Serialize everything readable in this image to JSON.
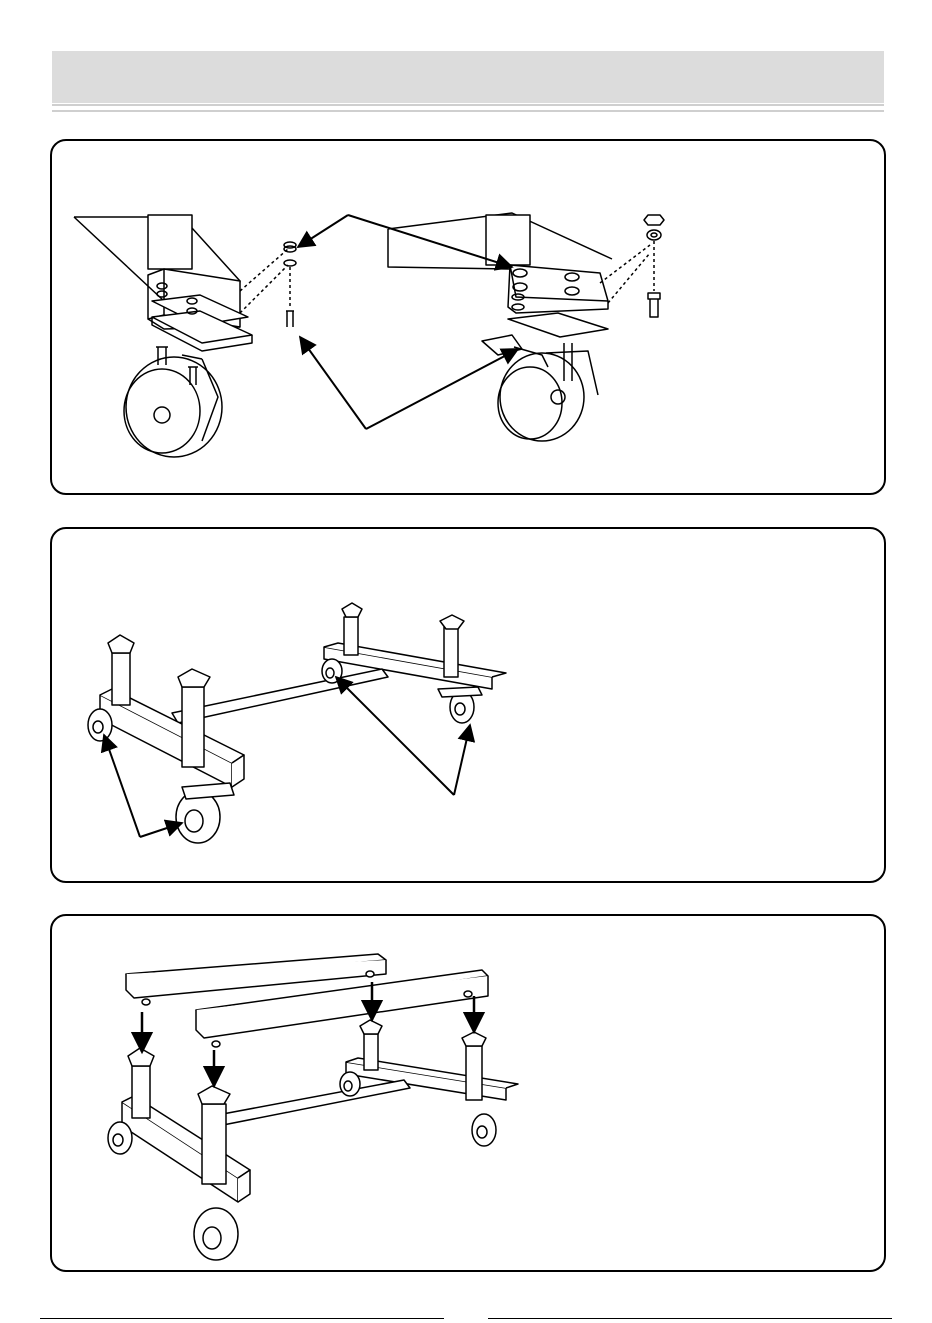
{
  "page": {
    "header": {
      "title": ""
    },
    "steps": [
      {
        "id": "step-1",
        "caption": ""
      },
      {
        "id": "step-2",
        "caption": ""
      },
      {
        "id": "step-3",
        "caption": ""
      }
    ]
  },
  "icons": [
    "caster-wheel-icon",
    "bolt-icon",
    "washer-icon",
    "nut-icon",
    "arrow-icon"
  ],
  "colors": {
    "header_band": "#dcdcdc",
    "line": "#000000",
    "background": "#ffffff"
  }
}
